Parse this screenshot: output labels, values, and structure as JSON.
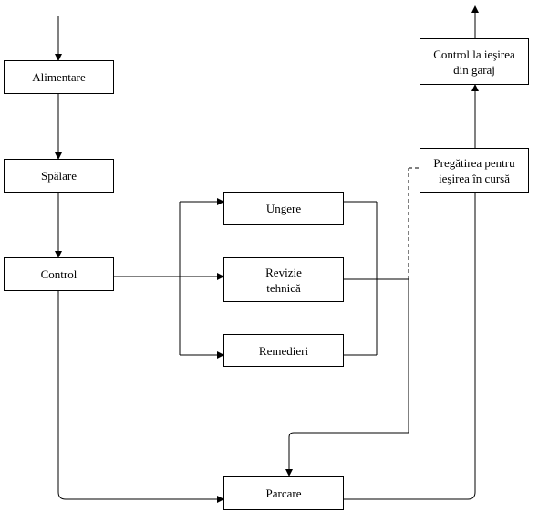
{
  "nodes": {
    "alimentare": "Alimentare",
    "spalare": "Spălare",
    "control": "Control",
    "ungere": "Ungere",
    "revizie": "Revizie\ntehnică",
    "remedieri": "Remedieri",
    "parcare": "Parcare",
    "pregatirea": "Pregătirea pentru\nieşirea în cursă",
    "control_iesire": "Control la ieşirea\ndin garaj"
  },
  "colors": {
    "stroke": "#000000",
    "fill": "#ffffff"
  }
}
